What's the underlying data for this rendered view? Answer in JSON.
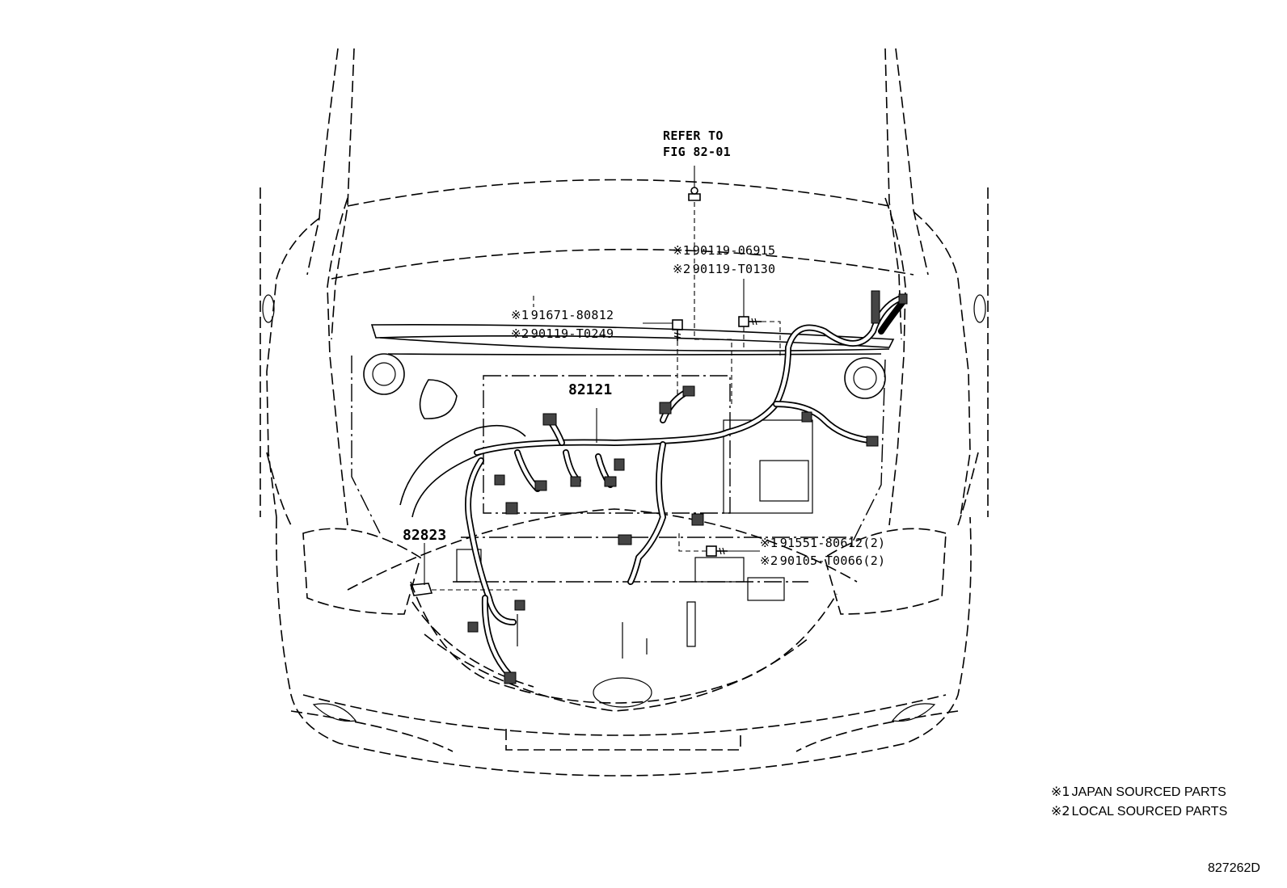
{
  "refer": {
    "line1": "REFER TO",
    "line2": "FIG 82-01"
  },
  "callouts": {
    "bolt_top": {
      "mark": "※1",
      "code1": "90119-06915",
      "mark2": "※2",
      "code2": "90119-T0130"
    },
    "bolt_left": {
      "mark": "※1",
      "code1": "91671-80812",
      "mark2": "※2",
      "code2": "90119-T0249"
    },
    "bolt_right": {
      "mark": "※1",
      "code1": "91551-80612(2)",
      "mark2": "※2",
      "code2": "90105-T0066(2)"
    }
  },
  "parts": {
    "harness": "82121",
    "clamp": "82823"
  },
  "legend": {
    "items": [
      {
        "mark": "※1",
        "text": "JAPAN SOURCED PARTS"
      },
      {
        "mark": "※2",
        "text": "LOCAL SOURCED PARTS"
      }
    ]
  },
  "figure_code": "827262D"
}
